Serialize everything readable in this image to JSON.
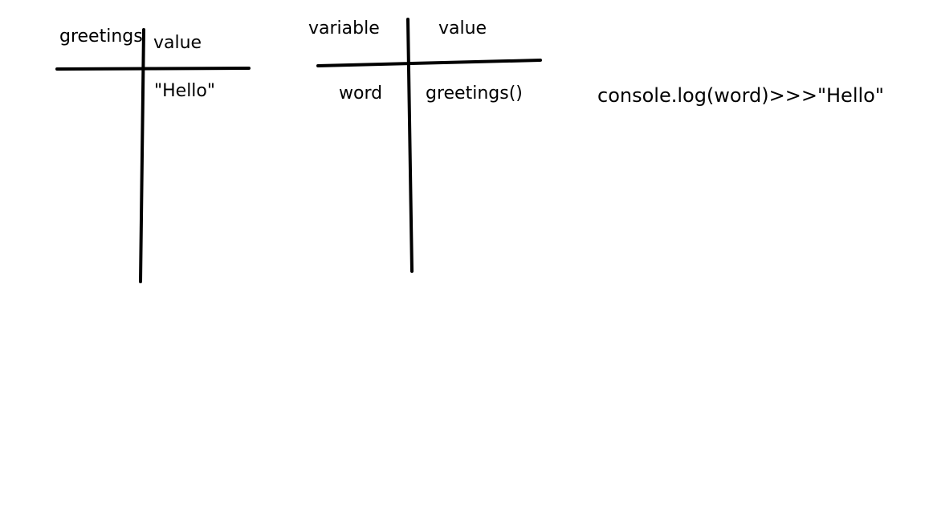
{
  "table_1": {
    "header_left": "greetings",
    "header_right": "value",
    "cell_right": "\"Hello\""
  },
  "table_2": {
    "header_left": "variable",
    "header_right": "value",
    "cell_left": "word",
    "cell_right": "greetings()"
  },
  "console_note": "console.log(word)>>>\"Hello\"",
  "colors": {
    "ink": "#000000",
    "background": "#ffffff"
  }
}
